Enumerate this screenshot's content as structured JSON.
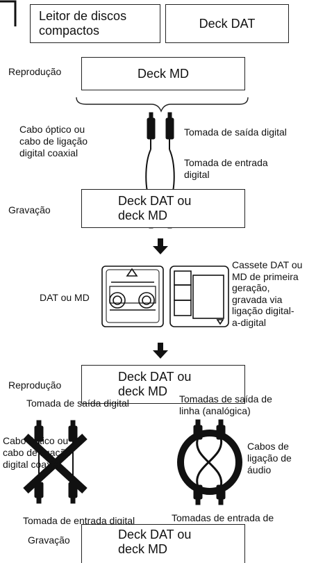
{
  "sources": {
    "cd_player": "Leitor de discos\ncompactos",
    "dat_deck": "Deck DAT"
  },
  "stage1": {
    "side_label": "Reprodução",
    "box_label": "Deck MD"
  },
  "cable_section": {
    "cable_label": "Cabo óptico ou\ncabo de ligação\ndigital coaxial",
    "output_jack": "Tomada de saída digital",
    "input_jack": "Tomada de entrada\ndigital"
  },
  "stage2": {
    "side_label": "Gravação",
    "box_label": "Deck DAT ou\ndeck MD"
  },
  "media": {
    "side_label": "DAT ou MD",
    "description": "Cassete DAT ou\nMD de primeira\ngeração,\ngravada via\nligação digital-\na-digital"
  },
  "stage3": {
    "side_label": "Reprodução",
    "box_label": "Deck DAT ou\ndeck MD"
  },
  "connections": {
    "digital_out": "Tomada de saída digital",
    "analog_out": "Tomadas de saída de\nlinha (analógica)",
    "digital_cable": "Cabo óptico ou\ncabo de ligação\ndigital coaxial",
    "audio_cable": "Cabos de\nligação de\náudio",
    "digital_in": "Tomada de entrada digital",
    "analog_in": "Tomadas de entrada de\nlinha (analógica)"
  },
  "stage4": {
    "side_label": "Gravação",
    "box_label": "Deck DAT ou\ndeck MD"
  }
}
